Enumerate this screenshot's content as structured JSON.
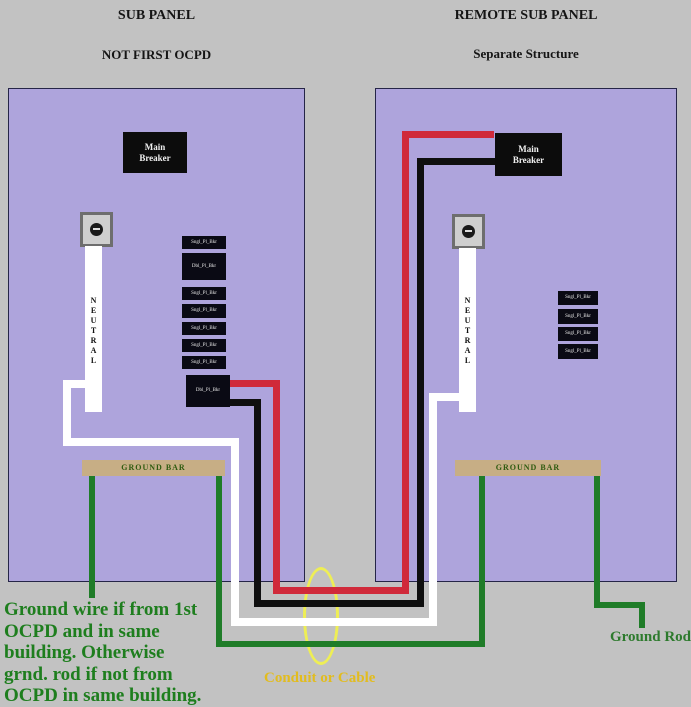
{
  "header": {
    "left_title": "SUB PANEL",
    "left_subtitle": "NOT FIRST OCPD",
    "right_title": "REMOTE SUB PANEL",
    "right_subtitle": "Separate Structure"
  },
  "left_panel": {
    "main_breaker_label": "Main\nBreaker",
    "neutral_label": "NEUTRAL",
    "ground_bar_label": "GROUND BAR",
    "breakers": [
      "Sngl_Pl_Bkr",
      "Dbl_Pl_Bkr",
      "Sngl_Pl_Bkr",
      "Sngl_Pl_Bkr",
      "Sngl_Pl_Bkr",
      "Sngl_Pl_Bkr",
      "Sngl_Pl_Bkr",
      "Dbl_Pl_Bkr"
    ]
  },
  "right_panel": {
    "main_breaker_label": "Main\nBreaker",
    "neutral_label": "NEUTRAL",
    "ground_bar_label": "GROUND BAR",
    "breakers": [
      "Sngl_Pl_Bkr",
      "Sngl_Pl_Bkr",
      "Sngl_Pl_Bkr",
      "Sngl_Pl_Bkr"
    ]
  },
  "annotations": {
    "ground_note_lines": [
      "Ground wire if from 1st",
      "OCPD and in same",
      "building. Otherwise",
      "grnd. rod if not from",
      "OCPD in same building."
    ],
    "conduit_label": "Conduit or Cable",
    "ground_rod_label": "Ground Rod"
  },
  "colors": {
    "background_gray": "#c2c2c2",
    "panel_fill": "#aea4dc",
    "hot_wire_red": "#d02a3a",
    "hot_wire_black": "#0f0f0f",
    "neutral_wire_white": "#ffffff",
    "ground_wire_green": "#1f7c28",
    "ground_bar_tan": "#c7ae85",
    "conduit_yellow": "#eeee55",
    "note_green": "#1e7e1e"
  }
}
